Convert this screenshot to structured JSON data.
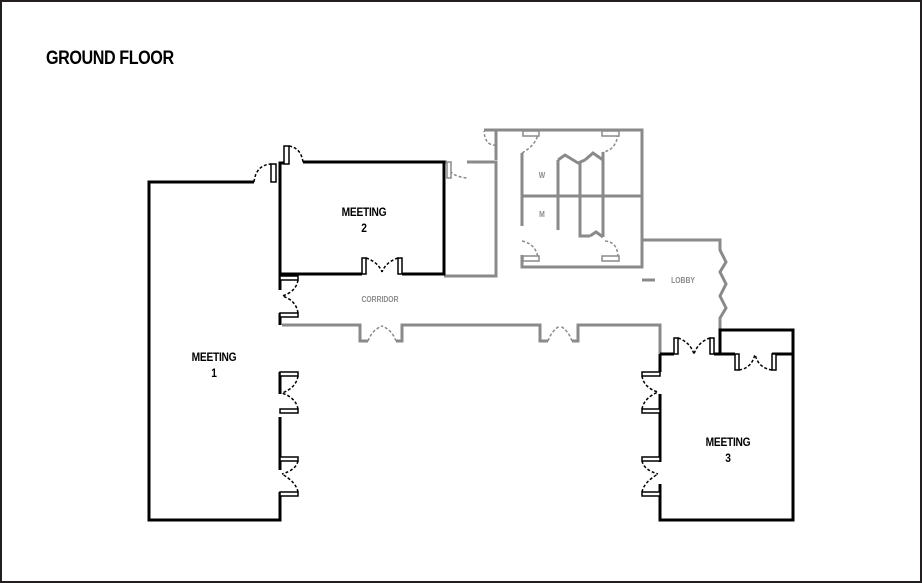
{
  "title": "GROUND FLOOR",
  "rooms": {
    "meeting1": {
      "name": "MEETING",
      "number": "1"
    },
    "meeting2": {
      "name": "MEETING",
      "number": "2"
    },
    "meeting3": {
      "name": "MEETING",
      "number": "3"
    }
  },
  "areas": {
    "corridor": "CORRIDOR",
    "lobby": "LOBBY",
    "toilet_women": "W",
    "toilet_men": "M"
  },
  "colors": {
    "room_wall": "#000000",
    "service_wall": "#8a8a8a",
    "frame": "#231f20"
  }
}
